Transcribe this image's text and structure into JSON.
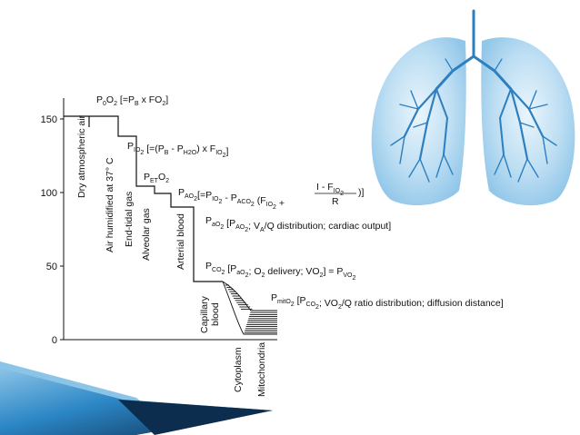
{
  "axis": {
    "y_ticks": [
      {
        "value": 150,
        "label": "150"
      },
      {
        "value": 100,
        "label": "100"
      },
      {
        "value": 50,
        "label": "50"
      },
      {
        "value": 0,
        "label": "0"
      }
    ]
  },
  "stages": {
    "dry_air": "Dry atmospheric air",
    "humidified_air": "Air humidified at 37° C",
    "end_tidal_gas": "End-tidal gas",
    "alveolar_gas": "Alveolar gas",
    "arterial_blood": "Arterial blood",
    "capillary_blood_line1": "Capillary",
    "capillary_blood_line2": "blood",
    "cytoplasm": "Cytoplasm",
    "mitochondria": "Mitochondria"
  },
  "equations": {
    "po2": {
      "p": "P",
      "sub": "0",
      "rest": "O",
      "two": "2",
      "eq": " [=P",
      "sub2": "B",
      "tail": " x FO",
      "two2": "2",
      "close": "]"
    },
    "pio2": {
      "text": "P_IO_2 [=(P_B - P_H2O) x F_IO_2]"
    },
    "peto2": {
      "p": "P",
      "sub": "ET",
      "rest": "O",
      "two": "2"
    },
    "pao2_alv": {
      "text": "P_AO_2[=P_IO_2 - P_ACO_2 (F_IO_2 +",
      "frac_num": "I - F_IO_2",
      "frac_den": "R",
      "close": ")]"
    },
    "pao2_art": {
      "text": "P_aO_2 [P_AO_2; V_A/Q distribution; cardiac output]"
    },
    "pco2": {
      "text": "P_CO_2 [P_aO_2; O_2 delivery; VO_2] = P_VO_2"
    },
    "pmito": {
      "text": "P_mitO_2 [P_CO_2; VO_2/Q ratio distribution; diffusion distance]"
    }
  },
  "colors": {
    "lung_light": "#cfe7f7",
    "lung_mid": "#9fcbea",
    "bronchi": "#2d7fbf",
    "banner_dark": "#0d2d4f",
    "banner_mid": "#2b86c5",
    "banner_light": "#8cc4e8"
  },
  "icons": {
    "lungs": "lungs-illustration"
  }
}
